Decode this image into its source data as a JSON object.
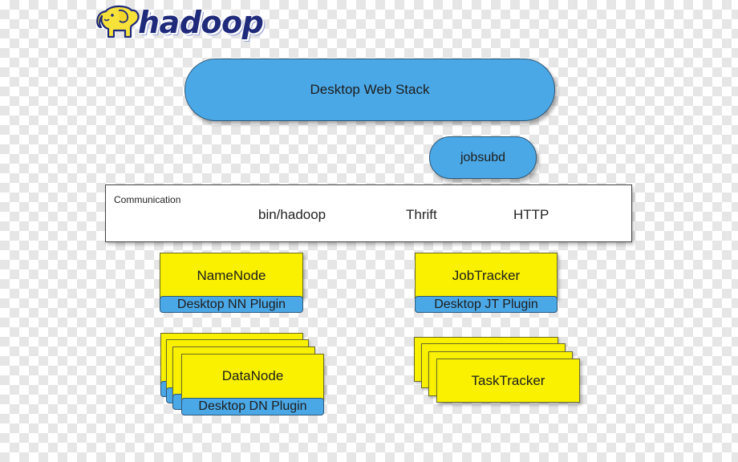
{
  "logo": {
    "wordmark": "hadoop"
  },
  "desktop_web_stack": {
    "label": "Desktop Web Stack"
  },
  "jobsubd": {
    "label": "jobsubd"
  },
  "communication": {
    "title": "Communication",
    "protocols": [
      "bin/hadoop",
      "Thrift",
      "HTTP"
    ]
  },
  "namenode": {
    "label": "NameNode",
    "plugin": "Desktop NN Plugin"
  },
  "jobtracker": {
    "label": "JobTracker",
    "plugin": "Desktop JT Plugin"
  },
  "datanode": {
    "label": "DataNode",
    "plugin": "Desktop DN Plugin"
  },
  "tasktracker": {
    "label": "TaskTracker"
  },
  "colors": {
    "blue": "#4ba8e6",
    "yellow": "#f9f100",
    "logo_yellow": "#f7e23a",
    "logo_navy": "#1f2a7a"
  }
}
